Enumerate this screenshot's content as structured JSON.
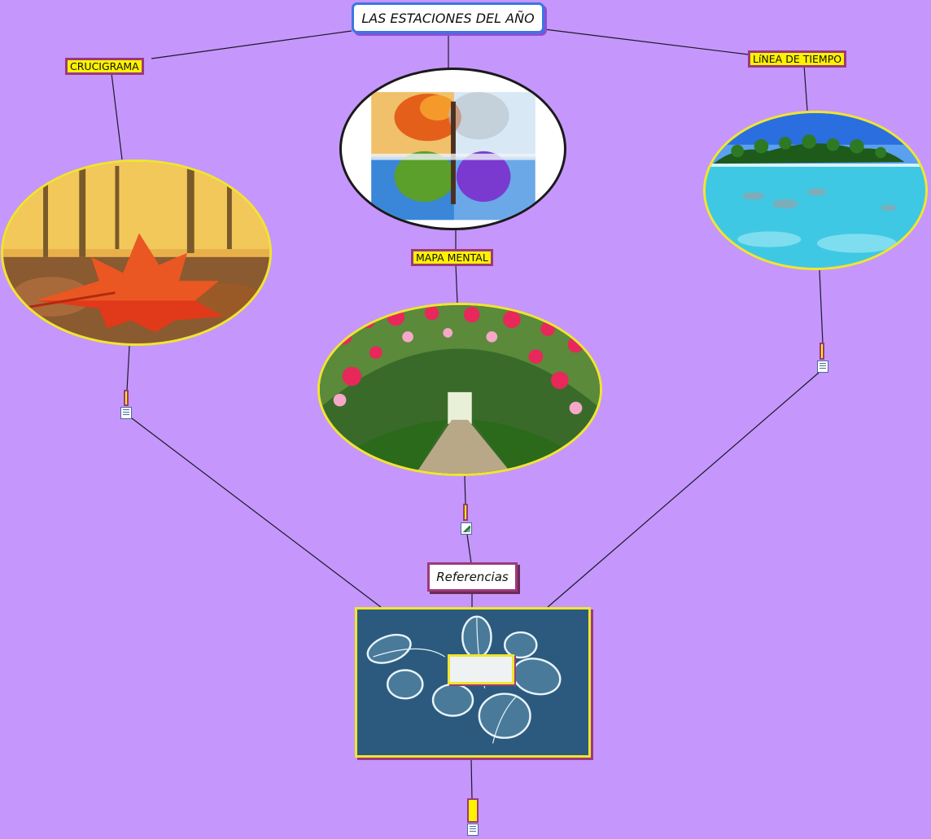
{
  "map": {
    "title": "LAS ESTACIONES DEL AÑO",
    "labels": {
      "crossword": "CRUCIGRAMA",
      "timeline": "LíNEA DE TIEMPO",
      "mindmap": "MAPA MENTAL",
      "references": "Referencias"
    },
    "images": {
      "four_seasons_tree": "four-seasons tree",
      "autumn_leaf": "autumn red maple leaf",
      "tropical_island": "tropical island sea",
      "flower_arch": "rose garden arch path",
      "frosted_leaves": "frosted leaves"
    },
    "colors": {
      "background": "#c596fb",
      "label_fill": "#fff200",
      "label_border": "#9b3a7a",
      "title_border": "#3b76e3"
    }
  }
}
